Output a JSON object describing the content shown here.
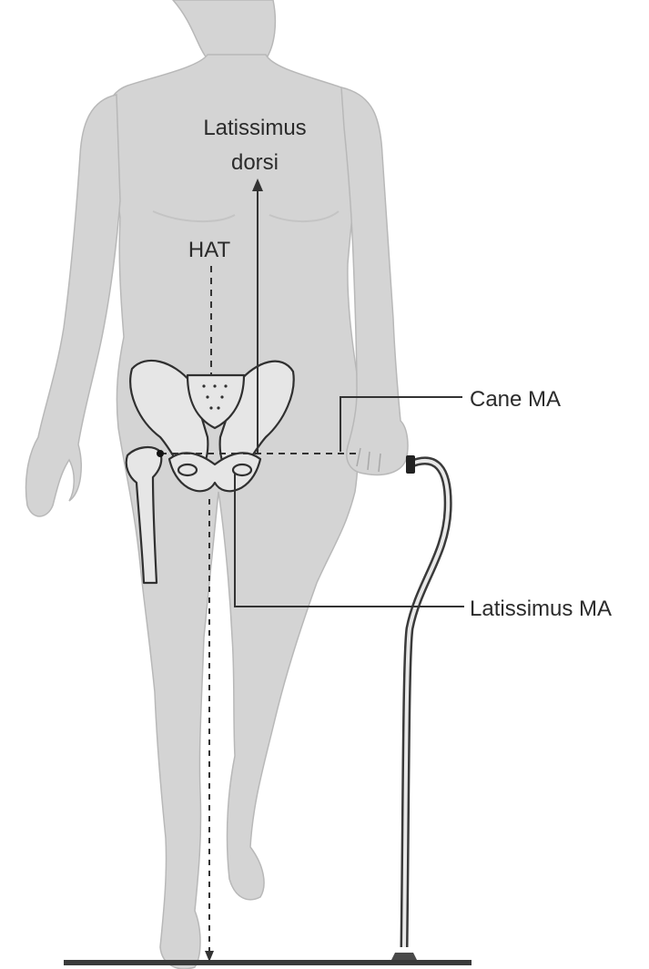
{
  "labels": {
    "latissimus_line1": "Latissimus",
    "latissimus_line2": "dorsi",
    "hat": "HAT",
    "cane_ma": "Cane MA",
    "latissimus_ma": "Latissimus MA"
  },
  "colors": {
    "background": "#ffffff",
    "body_fill": "#d4d4d4",
    "body_edge": "#b5b5b5",
    "bone_fill": "#e6e6e6",
    "bone_stroke": "#303030",
    "line": "#333333",
    "label_text": "#2b2b2b",
    "floor": "#3a3a3a"
  }
}
